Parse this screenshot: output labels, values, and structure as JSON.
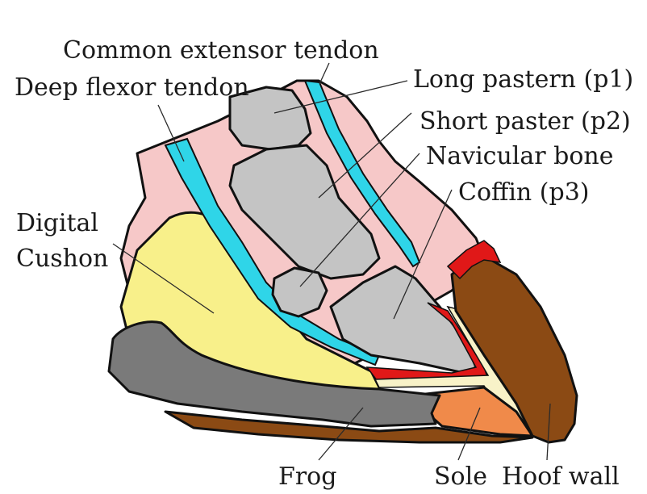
{
  "labels": {
    "common_extensor_tendon": "Common extensor tendon",
    "deep_flexor_tendon": "Deep flexor tendon",
    "long_pastern": "Long pastern (p1)",
    "short_pastern": "Short paster (p2)",
    "navicular_bone": "Navicular bone",
    "coffin": "Coffin (p3)",
    "digital_cushion_line1": "Digital",
    "digital_cushion_line2": "Cushon",
    "frog": "Frog",
    "sole": "Sole",
    "hoof_wall": "Hoof wall"
  },
  "colors": {
    "skin": "#f6c8c8",
    "bone": "#c4c4c4",
    "tendon": "#2fd5e8",
    "cushion": "#f8f08a",
    "frog": "#7a7a7a",
    "hoof_wall": "#8b4a14",
    "sole": "#f08a4a",
    "laminae": "#e01818",
    "white_line": "#f8f2c8"
  }
}
